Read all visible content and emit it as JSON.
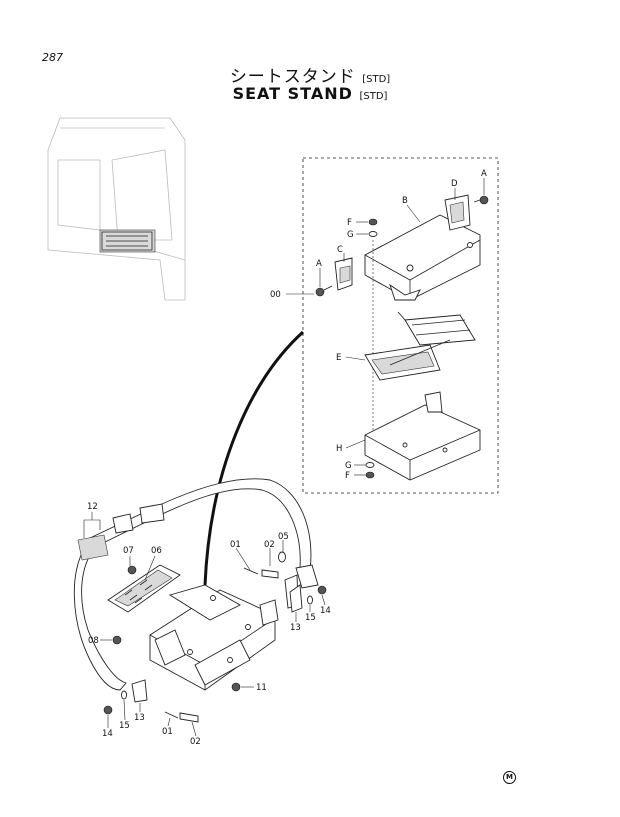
{
  "page": {
    "number": "287"
  },
  "title": {
    "japanese": "シートスタンド",
    "english": "SEAT STAND",
    "variant": "[STD]"
  },
  "callouts": {
    "detail": [
      "A",
      "B",
      "C",
      "D",
      "A",
      "E",
      "F",
      "G",
      "H",
      "G",
      "F",
      "00"
    ],
    "main": [
      "12",
      "07",
      "06",
      "01",
      "02",
      "05",
      "08",
      "13",
      "15",
      "14",
      "11",
      "13",
      "15",
      "14",
      "01",
      "02"
    ]
  },
  "mark": "M"
}
